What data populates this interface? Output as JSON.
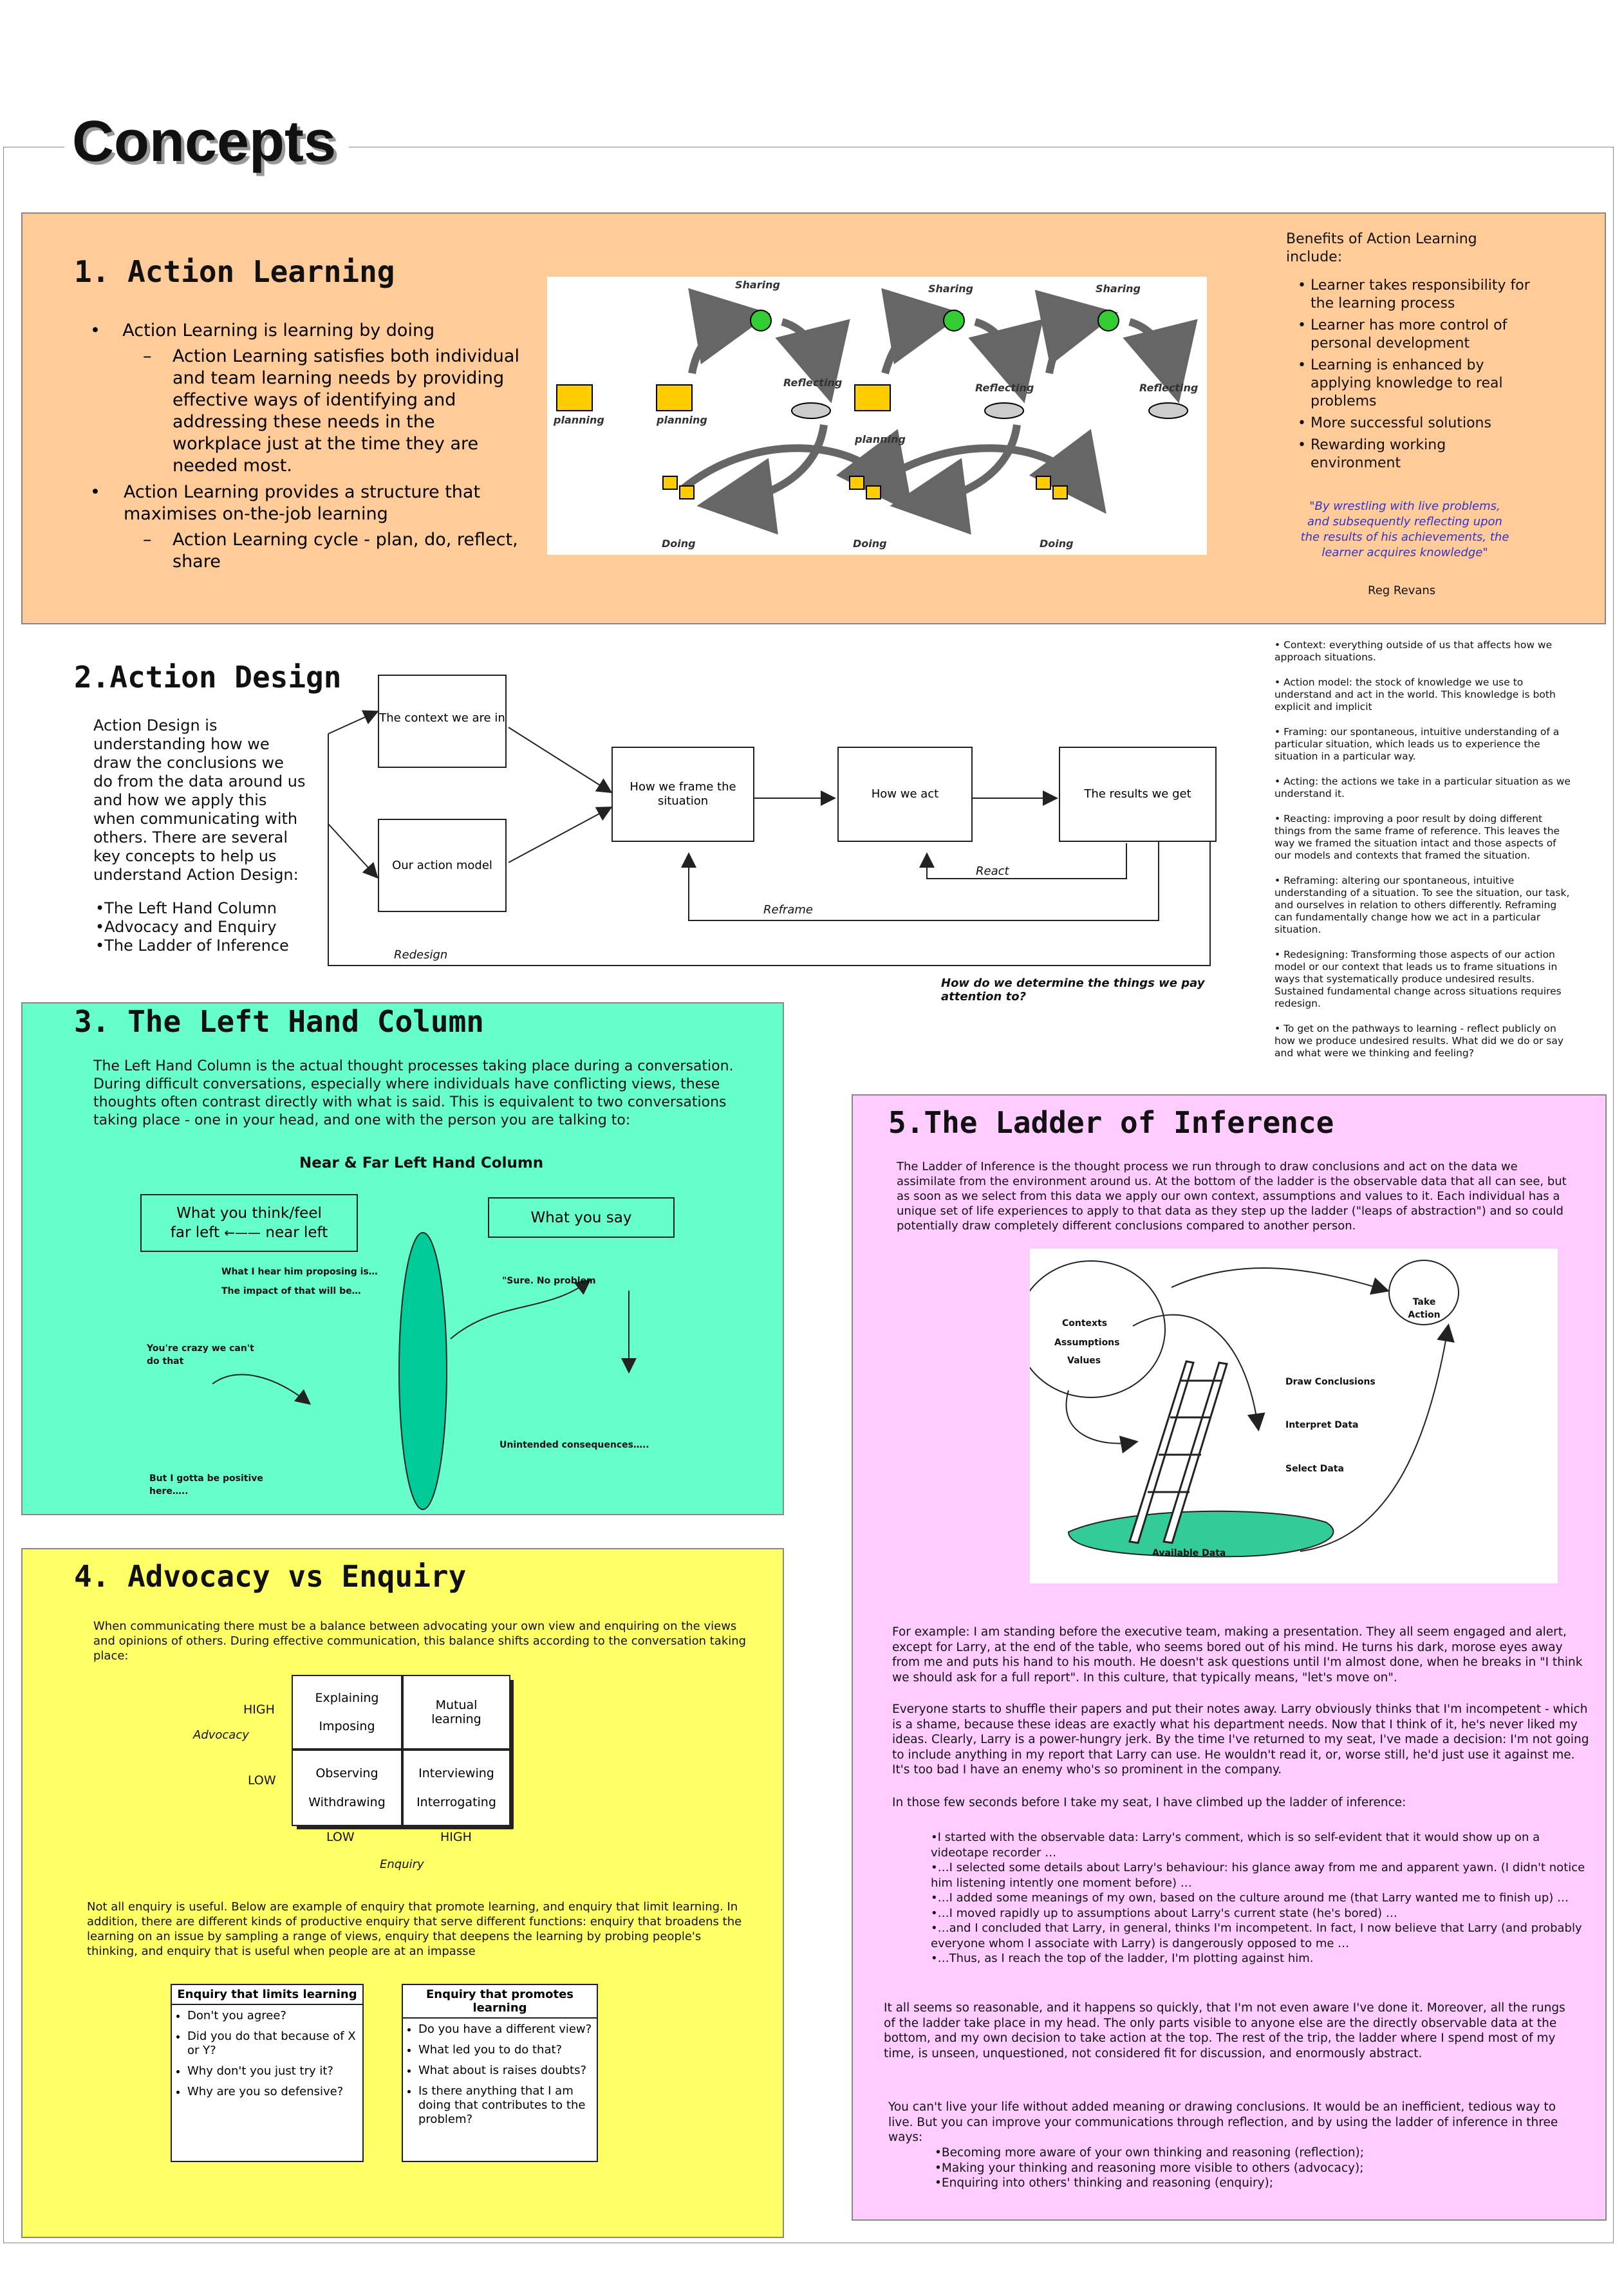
{
  "page": {
    "title": "Concepts"
  },
  "action_learning": {
    "heading": "1. Action Learning",
    "b1": "Action Learning is learning by doing",
    "b1_sub": "Action Learning satisfies both individual and team learning needs by providing effective ways of identifying and addressing these needs in the workplace just at the time they are needed most.",
    "b2": "Action Learning provides a structure that maximises on-the-job learning",
    "b2_sub": "Action Learning cycle - plan, do, reflect, share",
    "cycle_labels": {
      "sharing": "Sharing",
      "reflecting": "Reflecting",
      "planning": "planning",
      "doing": "Doing"
    },
    "benefits_title": "Benefits of Action Learning include:",
    "benefits": [
      "Learner takes responsibility for the learning process",
      "Learner has more control of personal development",
      "Learning is enhanced by applying knowledge to real problems",
      "More successful solutions",
      "Rewarding working environment"
    ],
    "quote": "\"By wrestling with live problems, and subsequently reflecting upon the results of his achievements, the learner acquires knowledge\"",
    "quote_author": "Reg Revans"
  },
  "action_design": {
    "heading": "2.Action Design",
    "intro": "Action Design is understanding how we draw the conclusions we do from the data around us and how we apply this when communicating with others. There are several key concepts to help us understand Action Design:",
    "concepts": [
      "•The Left Hand Column",
      "•Advocacy and Enquiry",
      "•The Ladder of Inference"
    ],
    "boxes": {
      "context": "The context we are in",
      "model": "Our action model",
      "frame": "How we frame the situation",
      "act": "How we act",
      "results": "The results we get"
    },
    "loops": {
      "react": "React",
      "reframe": "Reframe",
      "redesign": "Redesign"
    },
    "question": "How do we determine the things we pay attention to?",
    "definitions": [
      "• Context: everything outside of us that affects how we approach situations.",
      "• Action model: the stock of knowledge we use to understand and act in the world. This knowledge is both explicit and implicit",
      "• Framing: our spontaneous, intuitive understanding of a particular situation, which leads us to experience the situation in a particular way.",
      "• Acting: the actions we take in a particular situation as we understand it.",
      "• Reacting: improving a poor result by doing different things from the same frame of reference. This leaves the way we framed the situation intact and those aspects of our models and contexts that framed the situation.",
      "• Reframing: altering our spontaneous, intuitive understanding of a situation. To see the situation, our task, and ourselves in relation to others differently. Reframing can fundamentally change how we act in a particular situation.",
      "• Redesigning: Transforming those aspects of our action model or our context that leads us to frame situations in ways that systematically produce undesired results. Sustained fundamental change across situations requires redesign.",
      "• To get on the pathways to learning - reflect publicly on how we produce undesired results. What did we do or say and what were we thinking and feeling?"
    ]
  },
  "left_hand_column": {
    "heading": "3. The Left Hand Column",
    "intro": "The Left Hand Column is the actual thought processes taking place during a conversation. During difficult conversations, especially where individuals have conflicting views, these thoughts often contrast directly with what is said. This is equivalent to two conversations taking place - one in your head, and one with the person you are talking to:",
    "diagram_title": "Near & Far Left Hand Column",
    "think_box": "What you think/feel",
    "far_left": "far left",
    "near_left": "near left",
    "say_box": "What you say",
    "t1": "What I hear him proposing is…",
    "t2": "The impact of that will be…",
    "t3": "You're crazy we can't do that",
    "t4": "But I gotta be positive here…..",
    "s1": "\"Sure.  No problem",
    "s2": "Unintended consequences…..",
    "colors": {
      "panel": "#66ffcc",
      "lens": "#00cc99"
    }
  },
  "advocacy": {
    "heading": "4. Advocacy vs Enquiry",
    "intro": "When communicating there must be a balance between advocating your own view and enquiring on the views and opinions of others. During effective communication, this balance shifts according to the conversation taking place:",
    "grid": {
      "tl1": "Explaining",
      "tl2": "Imposing",
      "tr": "Mutual learning",
      "bl1": "Observing",
      "bl2": "Withdrawing",
      "br1": "Interviewing",
      "br2": "Interrogating"
    },
    "axis": {
      "high": "HIGH",
      "low": "LOW",
      "advocacy": "Advocacy",
      "enquiry": "Enquiry"
    },
    "note": "Not all enquiry is useful.  Below are example of enquiry that promote learning, and enquiry that limit learning. In addition, there are different kinds of productive enquiry that serve different functions: enquiry that broadens the learning on an issue by sampling a range of views, enquiry that deepens the learning by probing people's thinking, and enquiry that is useful when people are at an impasse",
    "limits_title": "Enquiry that limits learning",
    "limits": [
      "Don't you agree?",
      "Did you do that because of X or Y?",
      "Why don't you just try it?",
      "Why are you so defensive?"
    ],
    "promotes_title": "Enquiry that promotes learning",
    "promotes": [
      "Do you have a different view?",
      "What led you to do that?",
      "What about is raises doubts?",
      "Is there anything that I am doing that contributes to the problem?"
    ],
    "colors": {
      "panel": "#ffff66"
    }
  },
  "ladder": {
    "heading": "5.The Ladder of Inference",
    "intro": "The Ladder of Inference is the thought process we run through to draw conclusions and act on the data we assimilate from the environment around us. At the bottom of the ladder is the observable data that all can see, but as soon as we select from this data we apply our own context, assumptions and values to it. Each individual has a unique set of life experiences to apply to that data as they step up the ladder (\"leaps of abstraction\") and so could potentially draw completely different conclusions compared to another person.",
    "diagram": {
      "contexts": "Contexts",
      "assumptions": "Assumptions",
      "values": "Values",
      "take_action": "Take Action",
      "draw": "Draw Conclusions",
      "interpret": "Interpret Data",
      "select": "Select Data",
      "available": "Available Data"
    },
    "p1": "For example: I am standing before the executive team, making a presentation.  They all seem engaged and alert, except for Larry, at the end of the table, who seems bored out of his mind.  He turns his dark, morose eyes away from me and puts his hand to his mouth.  He doesn't ask questions until I'm almost done, when he breaks in \"I think we should ask for a full report\".  In this culture, that typically means,  \"let's move on\".",
    "p2": "Everyone starts to shuffle their papers and put their notes away.  Larry obviously thinks that I'm incompetent - which is a shame, because these ideas are exactly what his department needs.  Now that I think of it, he's never liked my ideas.  Clearly, Larry is a power-hungry jerk.  By the time I've returned to my seat, I've made a decision: I'm not going to include anything in my report that Larry can use.  He wouldn't read it, or, worse still,  he'd just use it against me.  It's too bad I have an enemy who's so prominent in the company.",
    "p3": "In those few seconds before I take my seat, I have climbed up the ladder of inference:",
    "steps": [
      "•I started with the observable data: Larry's comment, which is so self-evident that it would show up on a videotape recorder …",
      "•…I selected some details about Larry's behaviour: his glance away from me and apparent yawn.  (I didn't notice him listening intently one moment before) …",
      "•…I added some meanings of my own, based on the culture around me (that Larry wanted me to finish up) …",
      "•…I moved rapidly up to assumptions about Larry's current state (he's bored) …",
      "•…and I concluded that Larry, in general, thinks I'm incompetent. In fact, I now believe that Larry (and probably everyone whom I associate with Larry) is dangerously opposed to me …",
      "•…Thus, as I reach the top of the ladder, I'm plotting against him."
    ],
    "p4": "It all seems so reasonable, and it happens so quickly, that I'm not even aware I've done it.  Moreover, all the rungs of the ladder take place in my head.  The only parts visible to anyone else are the directly observable data at the bottom, and my own decision to take action at the top.  The rest of the trip, the ladder where I spend most of my time, is unseen, unquestioned, not considered fit for discussion, and enormously abstract.",
    "p5": "You can't live your life without added meaning or drawing conclusions.  It would be an inefficient, tedious way to live.  But you can improve your communications through reflection, and by using the ladder of inference in three ways:",
    "ways": [
      "•Becoming more aware of your own thinking and reasoning (reflection);",
      "•Making your thinking and reasoning more visible to others (advocacy);",
      "•Enquiring into others' thinking and reasoning (enquiry);"
    ],
    "colors": {
      "panel": "#ffccff",
      "ground": "#33cc99"
    }
  },
  "colors": {
    "action_learning_panel": "#ffcc99",
    "cycle_arrow": "#666666",
    "bulb": "#33cc33",
    "doing_box": "#ffcc00"
  }
}
